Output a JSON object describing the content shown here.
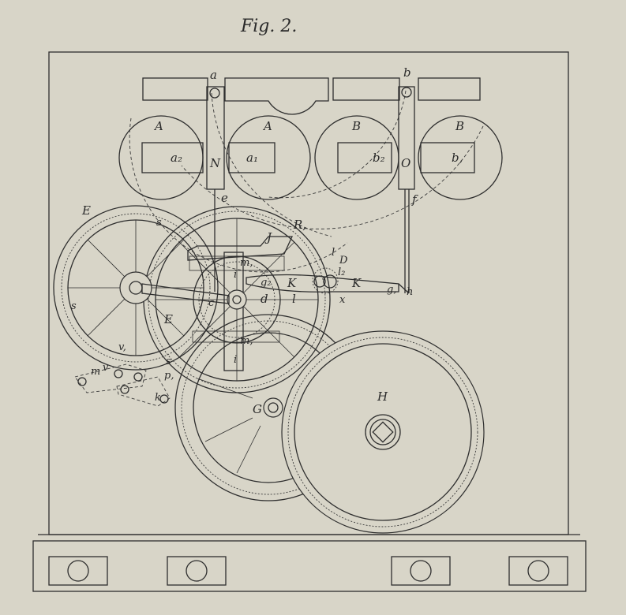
{
  "figure": {
    "title": "Fig. 2."
  },
  "labels": {
    "a": "a",
    "b": "b",
    "A_left": "A",
    "A_right": "A",
    "B_left": "B",
    "B_right": "B",
    "a2": "a₂",
    "a1": "a₁",
    "b2": "b₂",
    "b1": "b,",
    "N": "N",
    "O": "O",
    "e": "e",
    "f": "f",
    "E_top": "E",
    "E_mid": "E",
    "s_top": "s",
    "s_left": "s",
    "s_bot": "s",
    "R1": "R,",
    "J": "J",
    "m1_top": "m,",
    "m1_bot": "m,",
    "i_top": "i",
    "i_bot": "i",
    "c": "c",
    "d": "d",
    "g2": "g₂",
    "K_left": "K",
    "K_right": "K",
    "l": "l",
    "D": "D",
    "l2": "l₂",
    "l_low": "l",
    "x": "x",
    "g1": "g,",
    "h": "h",
    "v1": "v,",
    "v": "v",
    "m": "m",
    "p1": "p,",
    "k": "k",
    "G": "G",
    "H": "H"
  },
  "colors": {
    "paper": "#d8d5c8",
    "ink": "#2e2e2e"
  }
}
